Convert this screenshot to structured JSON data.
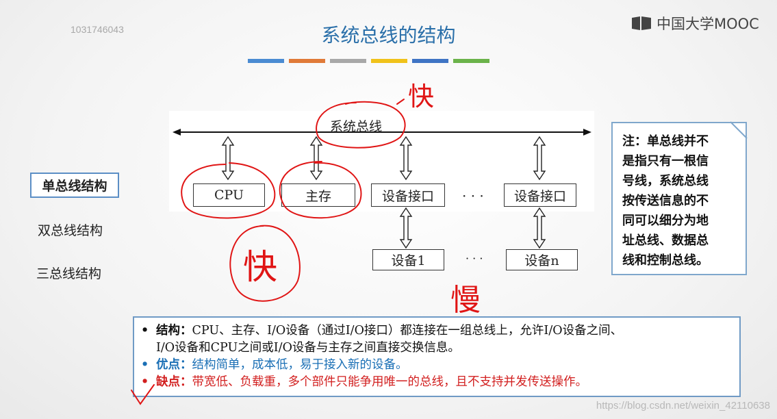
{
  "slide": {
    "id_text": "1031746043",
    "title": "系统总线的结构",
    "logo_text": "中国大学MOOC",
    "color_bar": [
      "#4a8bd2",
      "#e07a38",
      "#a8a8a8",
      "#f0c21a",
      "#3f74c4",
      "#6bb34a"
    ]
  },
  "nav": {
    "items": [
      "单总线结构",
      "双总线结构",
      "三总线结构"
    ]
  },
  "diagram": {
    "bus_label": "系统总线",
    "boxes": [
      "CPU",
      "主存",
      "设备接口",
      "设备接口"
    ],
    "devices": [
      "设备1",
      "设备n"
    ],
    "ellipsis": "· · ·",
    "ellipsis2": "· · ·"
  },
  "handwriting": {
    "fast1": "快",
    "fast2": "快",
    "slow": "慢"
  },
  "note": {
    "lines": [
      "注：单总线并不",
      "是指只有一根信",
      "号线，系统总线",
      "按传送信息的不",
      "同可以细分为地",
      "址总线、数据总",
      "线和控制总线。"
    ]
  },
  "bottom": {
    "line1_key": "结构：",
    "line1_text": "CPU、主存、I/O设备（通过I/O接口）都连接在一组总线上，允许I/O设备之间、",
    "line1_cont": "I/O设备和CPU之间或I/O设备与主存之间直接交换信息。",
    "line2_key": "优点：",
    "line2_text": "结构简单，成本低，易于接入新的设备。",
    "line3_key": "缺点：",
    "line3_text": "带宽低、负载重，多个部件只能争用唯一的总线，且不支持并发传送操作。",
    "bullet": "•"
  },
  "watermark": "https://blog.csdn.net/weixin_42110638"
}
